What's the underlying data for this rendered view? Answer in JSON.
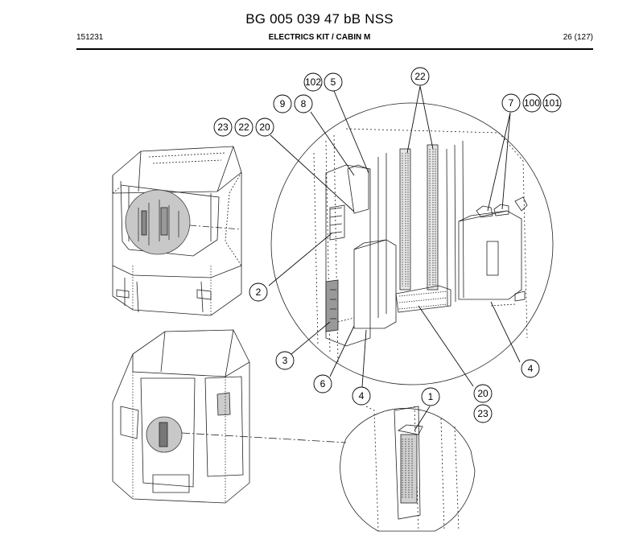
{
  "header": {
    "title": "BG 005 039 47 bB NSS",
    "doc_code": "151231",
    "section": "ELECTRICS KIT / CABIN M",
    "page": "26 (127)"
  },
  "callouts": [
    {
      "id": "c102",
      "label": "102"
    },
    {
      "id": "c5",
      "label": "5"
    },
    {
      "id": "c22a",
      "label": "22"
    },
    {
      "id": "c9",
      "label": "9"
    },
    {
      "id": "c8",
      "label": "8"
    },
    {
      "id": "c7",
      "label": "7"
    },
    {
      "id": "c100",
      "label": "100"
    },
    {
      "id": "c101",
      "label": "101"
    },
    {
      "id": "c23a",
      "label": "23"
    },
    {
      "id": "c22b",
      "label": "22"
    },
    {
      "id": "c20a",
      "label": "20"
    },
    {
      "id": "c2",
      "label": "2"
    },
    {
      "id": "c3",
      "label": "3"
    },
    {
      "id": "c6",
      "label": "6"
    },
    {
      "id": "c4a",
      "label": "4"
    },
    {
      "id": "c4b",
      "label": "4"
    },
    {
      "id": "c1",
      "label": "1"
    },
    {
      "id": "c20b",
      "label": "20"
    },
    {
      "id": "c23b",
      "label": "23"
    }
  ]
}
